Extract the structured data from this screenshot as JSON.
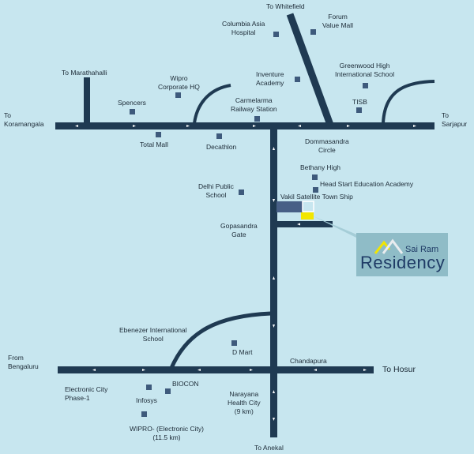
{
  "map": {
    "colors": {
      "background": "#c7e6ef",
      "road": "#1f3a52",
      "landmark": "#3e5a7c",
      "site": "#f2e600",
      "site_block": "#475f86",
      "logo_bg": "#8fbcc7",
      "logo_text": "#1f3b66"
    },
    "labels": {
      "whitefield": "To Whitefield",
      "forum": "Forum\nValue Mall",
      "columbia": "Columbia Asia\nHospital",
      "marathahalli": "To Marathahalli",
      "wipro_hq": "Wipro\nCorporate HQ",
      "inventure": "Inventure\nAcademy",
      "greenwood": "Greenwood High\nInternational School",
      "spencers": "Spencers",
      "carmelarma": "Carmelarma\nRailway Station",
      "tisb": "TISB",
      "koramangala": "To\nKoramangala",
      "sarjapur": "To\nSarjapur",
      "total_mall": "Total Mall",
      "decathlon": "Decathlon",
      "dommasandra": "Dommasandra\nCircle",
      "bethany": "Bethany High",
      "head_start": "Head Start Education Academy",
      "delhi_public": "Delhi Public\nSchool",
      "vakil": "Vakil Satellite Town Ship",
      "gopasandra": "Gopasandra\nGate",
      "ebenezer": "Ebenezer International\nSchool",
      "dmart": "D Mart",
      "chandapura": "Chandapura",
      "from_bengaluru": "From\nBengaluru",
      "to_hosur": "To Hosur",
      "electronic_city": "Electronic City\nPhase-1",
      "biocon": "BIOCON",
      "narayana": "Narayana\nHealth City\n(9 km)",
      "infosys": "Infosys",
      "wipro_ec": "WIPRO- (Electronic City)\n(11.5 km)",
      "anekal": "To Anekal"
    },
    "logo": {
      "top_text": "Sai Ram",
      "main_text": "Residency",
      "icon": "roof-logo-icon"
    }
  }
}
